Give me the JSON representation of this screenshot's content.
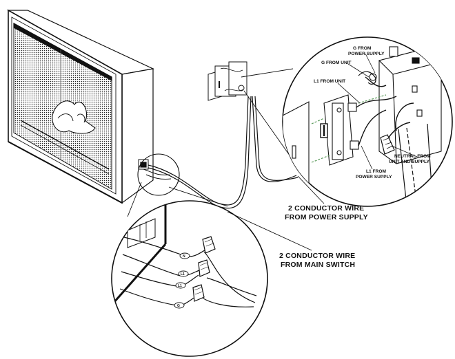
{
  "labels": {
    "g_from_power_supply_1": "G FROM",
    "g_from_power_supply_2": "POWER SUPPLY",
    "g_from_unit": "G FROM UNIT",
    "l1_from_unit": "L1 FROM UNIT",
    "neutral_1": "NEUTRAL FROM",
    "neutral_2": "UNIT AND SUPPLY",
    "l1_from_power_1": "L1 FROM",
    "l1_from_power_2": "POWER SUPPLY",
    "power_supply_wire_1": "2 CONDUCTOR WIRE",
    "power_supply_wire_2": "FROM POWER SUPPLY",
    "main_switch_wire_1": "2 CONDUCTOR WIRE",
    "main_switch_wire_2": "FROM MAIN SWITCH"
  },
  "wire_tags": {
    "n": "N",
    "l1": "L1",
    "l2": "L1",
    "g": "G"
  },
  "colors": {
    "line": "#111111",
    "background": "#ffffff"
  }
}
